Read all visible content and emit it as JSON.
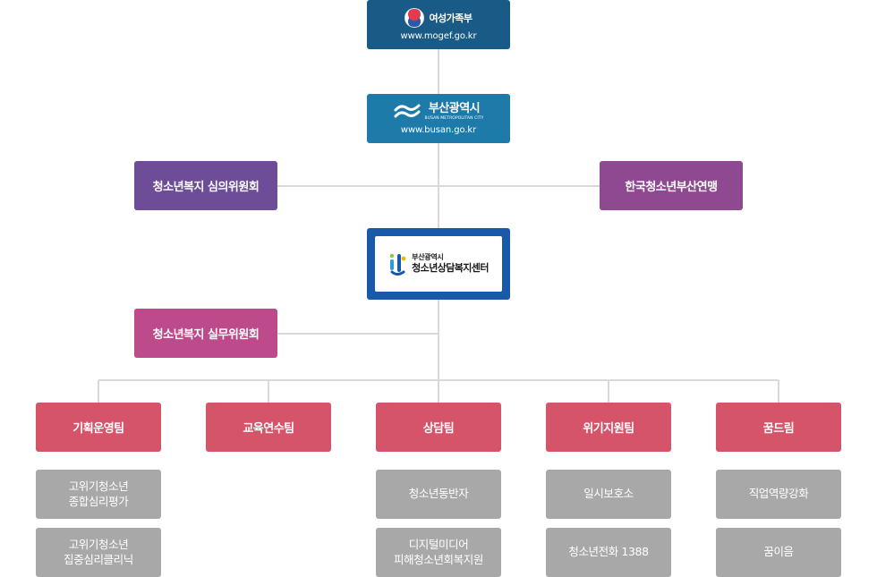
{
  "mogef": {
    "name": "여성가족부",
    "url": "www.mogef.go.kr"
  },
  "busan": {
    "name": "부산광역시",
    "sub": "BUSAN METROPOLITAN CITY",
    "url": "www.busan.go.kr"
  },
  "committee_left": "청소년복지 심의위원회",
  "committee_right": "한국청소년부산연맹",
  "center": {
    "line1": "부산광역시",
    "line2": "청소년상담복지센터"
  },
  "working_committee": "청소년복지 실무위원회",
  "teams": [
    {
      "name": "기획운영팀",
      "subs": [
        [
          "고위기청소년",
          "종합심리평가"
        ],
        [
          "고위기청소년",
          "집중심리클리닉"
        ]
      ]
    },
    {
      "name": "교육연수팀",
      "subs": []
    },
    {
      "name": "상담팀",
      "subs": [
        [
          "청소년동반자"
        ],
        [
          "디지털미디어",
          "피해청소년회복지원"
        ]
      ]
    },
    {
      "name": "위기지원팀",
      "subs": [
        [
          "일시보호소"
        ],
        [
          "청소년전화 1388"
        ]
      ]
    },
    {
      "name": "꿈드림",
      "subs": [
        [
          "직업역량강화"
        ],
        [
          "꿈이음"
        ]
      ]
    }
  ],
  "colors": {
    "mogef": "#1a5a86",
    "busan": "#1e7ba9",
    "committee_left": "#6d4c98",
    "committee_right": "#8f4991",
    "center_border": "#1859a9",
    "working_committee": "#bd4a8a",
    "team": "#d6546a",
    "sub": "#a8a8a8",
    "connector": "#d9d9d9"
  }
}
